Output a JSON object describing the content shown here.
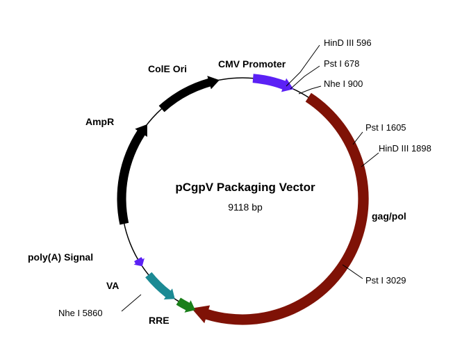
{
  "plasmid": {
    "name": "pCgpV Packaging Vector",
    "size_label": "9118 bp"
  },
  "features": [
    {
      "id": "cmv",
      "label": "CMV Promoter",
      "color": "#5b21f5"
    },
    {
      "id": "gagpol",
      "label": "gag/pol",
      "color": "#7f1206"
    },
    {
      "id": "rre",
      "label": "RRE",
      "color": "#1a7f1a"
    },
    {
      "id": "va",
      "label": "VA",
      "color": "#1b8a94"
    },
    {
      "id": "polya",
      "label": "poly(A) Signal",
      "color": "#5b21f5"
    },
    {
      "id": "ampr",
      "label": "AmpR",
      "color": "#000000"
    },
    {
      "id": "colei",
      "label": "ColE Ori",
      "color": "#000000"
    }
  ],
  "sites": [
    {
      "id": "hind596",
      "label": "HinD III 596"
    },
    {
      "id": "pst678",
      "label": "Pst I 678"
    },
    {
      "id": "nhe900",
      "label": "Nhe I 900"
    },
    {
      "id": "pst1605",
      "label": "Pst I 1605"
    },
    {
      "id": "hind1898",
      "label": "HinD III 1898"
    },
    {
      "id": "pst3029",
      "label": "Pst I 3029"
    },
    {
      "id": "nhe5860",
      "label": "Nhe I 5860"
    }
  ]
}
